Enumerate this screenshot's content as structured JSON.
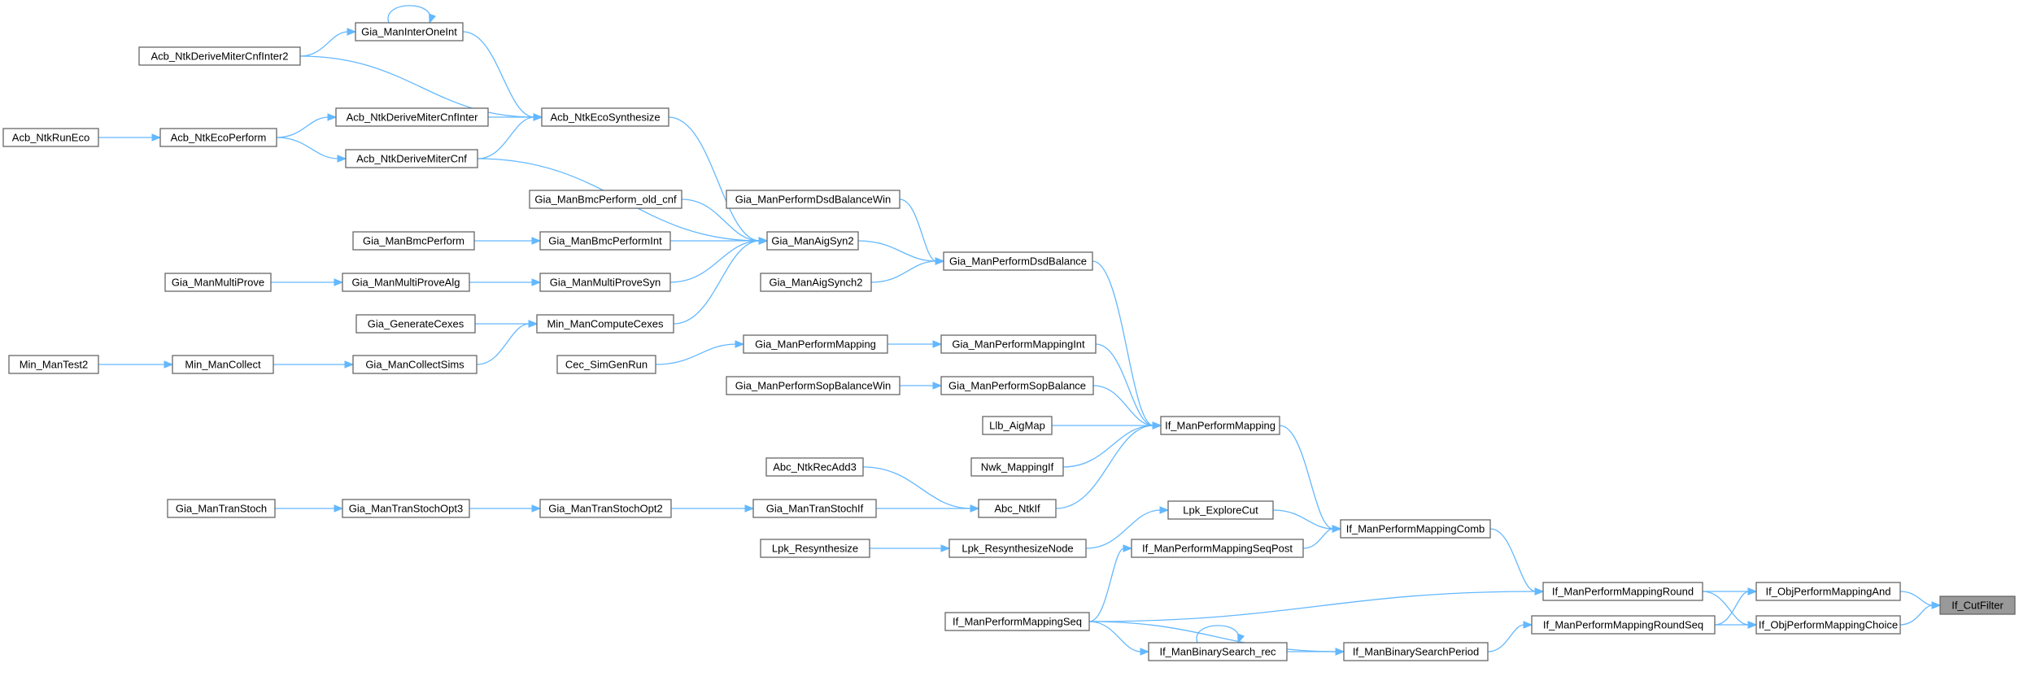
{
  "diagram": {
    "colors": {
      "edge": "#63b8ff",
      "node_border": "#666666",
      "node_fill": "#ffffff",
      "focus_fill": "#999999"
    },
    "focus_node": "cut_filter",
    "nodes": {
      "cut_filter": "If_CutFilter",
      "obj_and": "If_ObjPerformMappingAnd",
      "obj_choice": "If_ObjPerformMappingChoice",
      "round": "If_ManPerformMappingRound",
      "round_seq": "If_ManPerformMappingRoundSeq",
      "comb": "If_ManPerformMappingComb",
      "bin_period": "If_ManBinarySearchPeriod",
      "seq": "If_ManPerformMappingSeq",
      "bin_rec": "If_ManBinarySearch_rec",
      "seq_post": "If_ManPerformMappingSeqPost",
      "perform_mapping": "If_ManPerformMapping",
      "lpk_explore": "Lpk_ExploreCut",
      "lpk_resyn_node": "Lpk_ResynthesizeNode",
      "lpk_resyn": "Lpk_Resynthesize",
      "dsd_balance": "Gia_ManPerformDsdBalance",
      "mapping_int": "Gia_ManPerformMappingInt",
      "sop_balance": "Gia_ManPerformSopBalance",
      "llb": "Llb_AigMap",
      "nwk": "Nwk_MappingIf",
      "abc_ntkif": "Abc_NtkIf",
      "dsd_win": "Gia_ManPerformDsdBalanceWin",
      "aigsyn2": "Gia_ManAigSyn2",
      "aigsynch2": "Gia_ManAigSynch2",
      "gia_perf_mapping": "Gia_ManPerformMapping",
      "sop_win": "Gia_ManPerformSopBalanceWin",
      "abc_recadd": "Abc_NtkRecAdd3",
      "transtoch_if": "Gia_ManTranStochIf",
      "transtoch_opt2": "Gia_ManTranStochOpt2",
      "transtoch_opt3": "Gia_ManTranStochOpt3",
      "transtoch": "Gia_ManTranStoch",
      "cec_simgen": "Cec_SimGenRun",
      "eco_synth": "Acb_NtkEcoSynthesize",
      "bmc_old": "Gia_ManBmcPerform_old_cnf",
      "bmc_int": "Gia_ManBmcPerformInt",
      "multiprove_syn": "Gia_ManMultiProveSyn",
      "min_compute": "Min_ManComputeCexes",
      "acb_inter2": "Acb_NtkDeriveMiterCnfInter2",
      "acb_inter": "Acb_NtkDeriveMiterCnfInter",
      "acb_cnf": "Acb_NtkDeriveMiterCnf",
      "acb_eco_perform": "Acb_NtkEcoPerform",
      "acb_run_eco": "Acb_NtkRunEco",
      "inter_one": "Gia_ManInterOneInt",
      "bmc_perform": "Gia_ManBmcPerform",
      "multiprove_alg": "Gia_ManMultiProveAlg",
      "multiprove": "Gia_ManMultiProve",
      "gen_cexes": "Gia_GenerateCexes",
      "collect_sims": "Gia_ManCollectSims",
      "min_collect": "Min_ManCollect",
      "min_test2": "Min_ManTest2"
    },
    "edges": [
      [
        "obj_and",
        "cut_filter"
      ],
      [
        "obj_choice",
        "cut_filter"
      ],
      [
        "round",
        "obj_and"
      ],
      [
        "round",
        "obj_choice"
      ],
      [
        "round_seq",
        "obj_and"
      ],
      [
        "round_seq",
        "obj_choice"
      ],
      [
        "comb",
        "round"
      ],
      [
        "seq",
        "round"
      ],
      [
        "bin_period",
        "round_seq"
      ],
      [
        "perform_mapping",
        "comb"
      ],
      [
        "lpk_explore",
        "comb"
      ],
      [
        "seq_post",
        "comb"
      ],
      [
        "bin_rec",
        "bin_period"
      ],
      [
        "seq",
        "bin_period"
      ],
      [
        "seq",
        "bin_rec"
      ],
      [
        "bin_rec",
        "bin_rec"
      ],
      [
        "seq",
        "seq_post"
      ],
      [
        "dsd_balance",
        "perform_mapping"
      ],
      [
        "mapping_int",
        "perform_mapping"
      ],
      [
        "sop_balance",
        "perform_mapping"
      ],
      [
        "llb",
        "perform_mapping"
      ],
      [
        "nwk",
        "perform_mapping"
      ],
      [
        "abc_ntkif",
        "perform_mapping"
      ],
      [
        "lpk_resyn_node",
        "lpk_explore"
      ],
      [
        "lpk_resyn",
        "lpk_resyn_node"
      ],
      [
        "dsd_win",
        "dsd_balance"
      ],
      [
        "aigsyn2",
        "dsd_balance"
      ],
      [
        "aigsynch2",
        "dsd_balance"
      ],
      [
        "gia_perf_mapping",
        "mapping_int"
      ],
      [
        "cec_simgen",
        "gia_perf_mapping"
      ],
      [
        "sop_win",
        "sop_balance"
      ],
      [
        "abc_recadd",
        "abc_ntkif"
      ],
      [
        "transtoch_if",
        "abc_ntkif"
      ],
      [
        "transtoch_opt2",
        "transtoch_if"
      ],
      [
        "transtoch_opt3",
        "transtoch_opt2"
      ],
      [
        "transtoch",
        "transtoch_opt3"
      ],
      [
        "eco_synth",
        "aigsyn2"
      ],
      [
        "bmc_old",
        "aigsyn2"
      ],
      [
        "bmc_int",
        "aigsyn2"
      ],
      [
        "multiprove_syn",
        "aigsyn2"
      ],
      [
        "min_compute",
        "aigsyn2"
      ],
      [
        "acb_cnf",
        "aigsyn2"
      ],
      [
        "inter_one",
        "eco_synth"
      ],
      [
        "acb_inter2",
        "eco_synth"
      ],
      [
        "acb_inter",
        "eco_synth"
      ],
      [
        "acb_cnf",
        "eco_synth"
      ],
      [
        "inter_one",
        "inter_one"
      ],
      [
        "acb_inter2",
        "inter_one"
      ],
      [
        "acb_eco_perform",
        "acb_inter"
      ],
      [
        "acb_eco_perform",
        "acb_cnf"
      ],
      [
        "acb_run_eco",
        "acb_eco_perform"
      ],
      [
        "bmc_perform",
        "bmc_int"
      ],
      [
        "multiprove_alg",
        "multiprove_syn"
      ],
      [
        "multiprove",
        "multiprove_alg"
      ],
      [
        "gen_cexes",
        "min_compute"
      ],
      [
        "collect_sims",
        "min_compute"
      ],
      [
        "min_collect",
        "collect_sims"
      ],
      [
        "min_test2",
        "min_collect"
      ]
    ]
  }
}
